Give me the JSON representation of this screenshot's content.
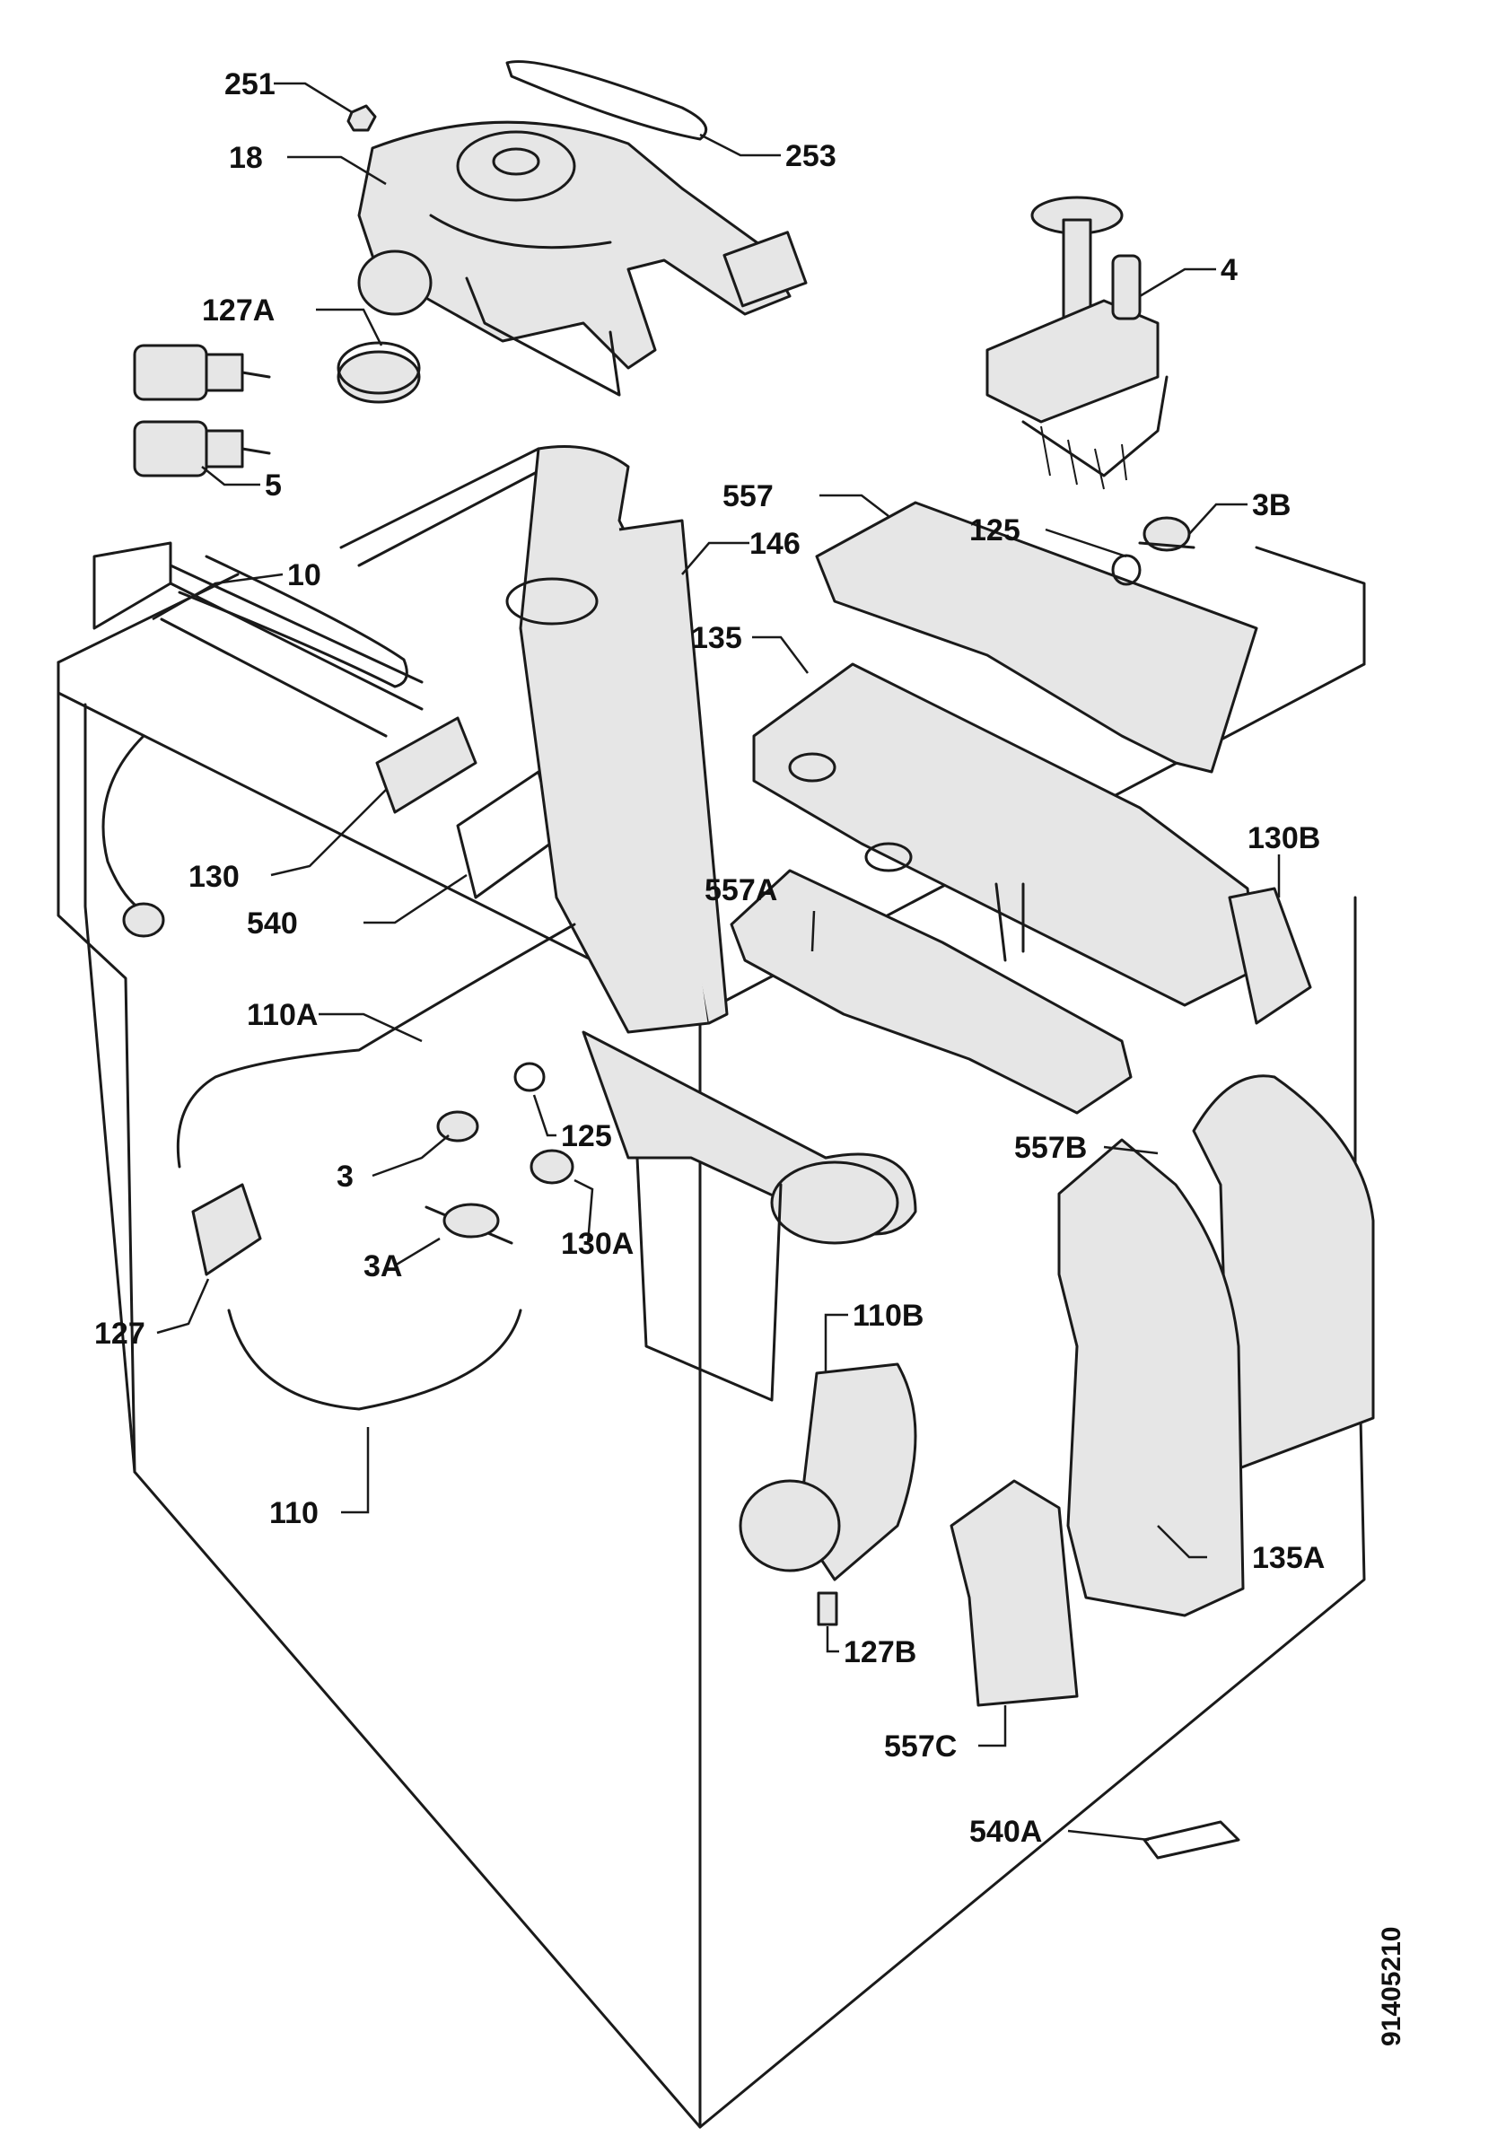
{
  "diagram": {
    "document_id": "91405210",
    "parts": [
      {
        "id": "251"
      },
      {
        "id": "253"
      },
      {
        "id": "18"
      },
      {
        "id": "4"
      },
      {
        "id": "127A"
      },
      {
        "id": "5"
      },
      {
        "id": "557"
      },
      {
        "id": "146"
      },
      {
        "id": "125"
      },
      {
        "id": "3B"
      },
      {
        "id": "10"
      },
      {
        "id": "135"
      },
      {
        "id": "130B"
      },
      {
        "id": "130"
      },
      {
        "id": "557A"
      },
      {
        "id": "540"
      },
      {
        "id": "110A"
      },
      {
        "id": "125"
      },
      {
        "id": "3"
      },
      {
        "id": "557B"
      },
      {
        "id": "130A"
      },
      {
        "id": "3A"
      },
      {
        "id": "127"
      },
      {
        "id": "110B"
      },
      {
        "id": "110"
      },
      {
        "id": "127B"
      },
      {
        "id": "135A"
      },
      {
        "id": "557C"
      },
      {
        "id": "540A"
      }
    ]
  }
}
